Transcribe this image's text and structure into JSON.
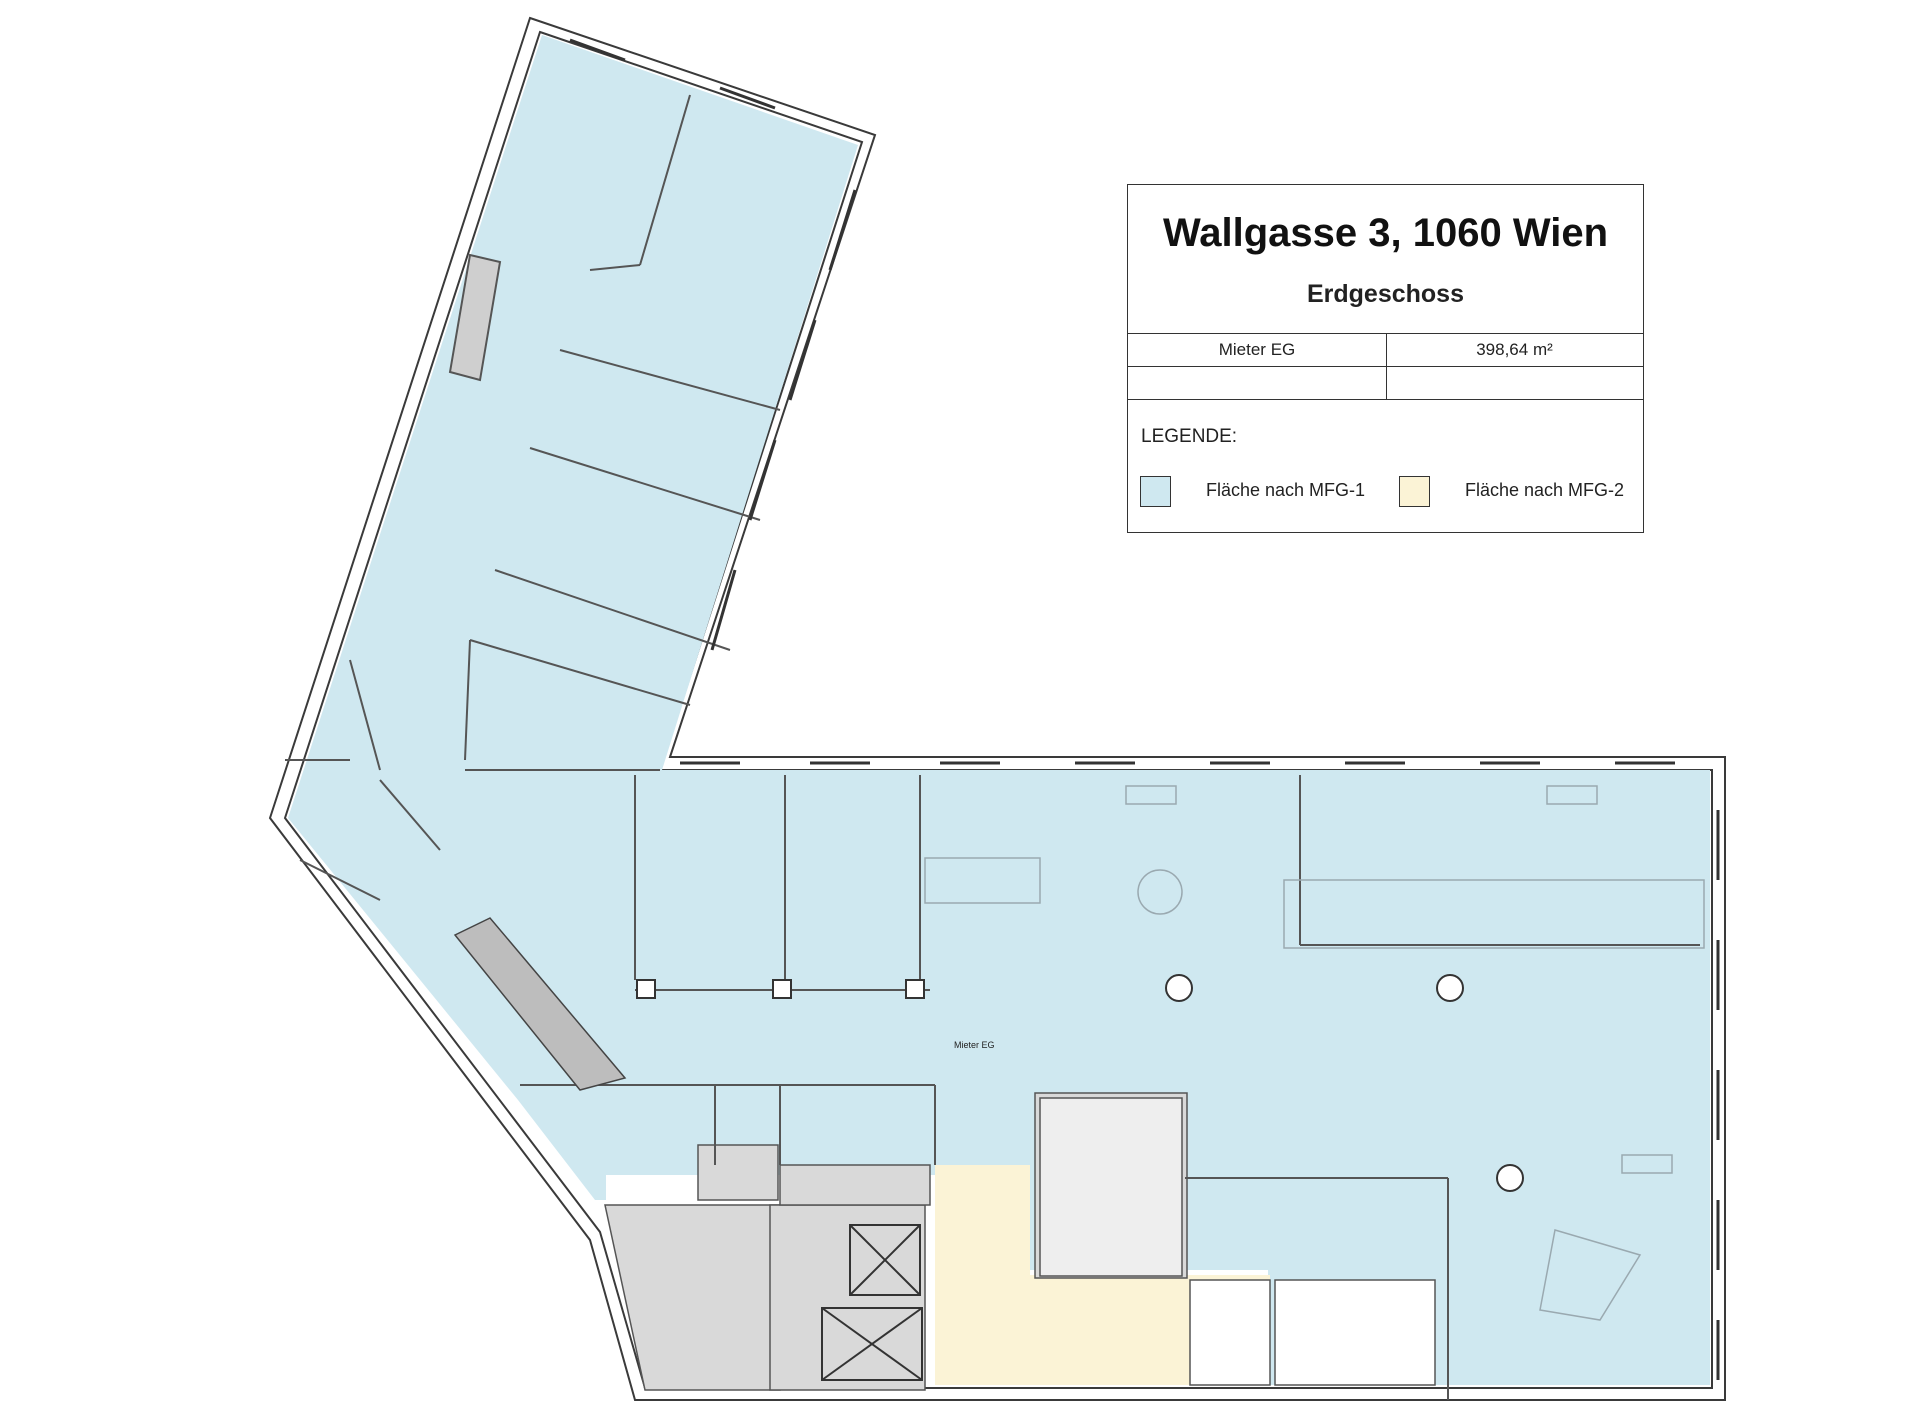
{
  "title_block": {
    "address": "Wallgasse 3, 1060 Wien",
    "floor": "Erdgeschoss",
    "rows": [
      {
        "tenant": "Mieter EG",
        "area": "398,64 m²"
      },
      {
        "tenant": "",
        "area": ""
      }
    ]
  },
  "legend": {
    "title": "LEGENDE:",
    "items": [
      {
        "label": "Fläche nach MFG-1",
        "color": "#cfe8f0"
      },
      {
        "label": "Fläche nach MFG-2",
        "color": "#fbf3d6"
      }
    ]
  },
  "plan": {
    "tenant_label": "Mieter EG",
    "colors": {
      "mfg1_fill": "#cfe8f0",
      "mfg2_fill": "#fbf3d6",
      "core_fill": "#d9d9d9",
      "wall": "#3a3a3a"
    }
  }
}
